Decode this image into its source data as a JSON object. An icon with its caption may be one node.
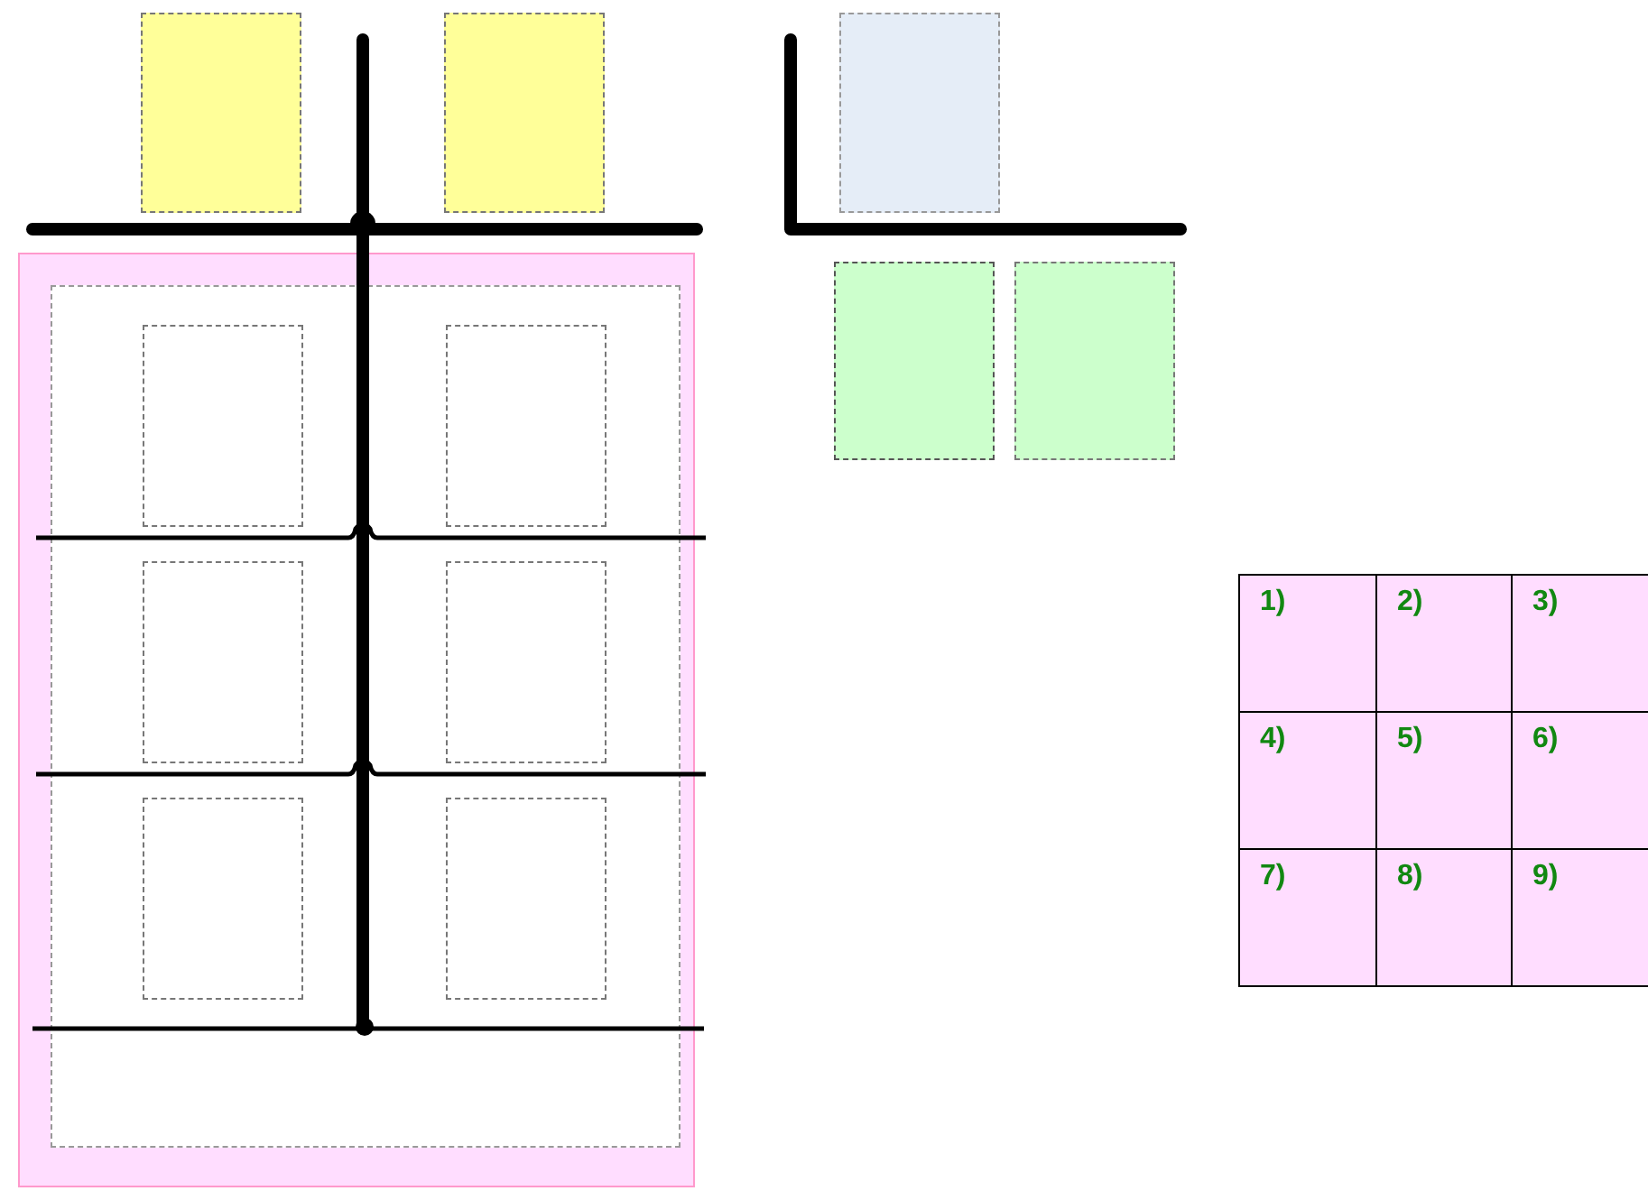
{
  "diagram": {
    "nodes": [
      {
        "text": [],
        "shape": "box"
      },
      {
        "text": [],
        "shape": "box"
      },
      {
        "text": [],
        "shape": "box"
      },
      {
        "text": [],
        "shape": "box"
      },
      {
        "text": [],
        "shape": "box"
      },
      {
        "text": [],
        "shape": "box"
      },
      {
        "text": [],
        "shape": "box",
        "in": 5
      },
      {
        "text": [],
        "shape": "box",
        "in": 6
      },
      {
        "text": [],
        "shape": "box",
        "in": 6
      },
      {
        "text": [],
        "shape": "box",
        "in": 6
      },
      {
        "text": [],
        "shape": "box",
        "in": 6
      },
      {
        "text": [],
        "shape": "box",
        "in": 6
      },
      {
        "text": [],
        "shape": "box",
        "in": 6
      },
      {
        "text": [
          "1)"
        ]
      },
      {
        "text": [
          "2)"
        ]
      },
      {
        "text": [
          "3)"
        ]
      },
      {
        "text": [
          "4)"
        ]
      },
      {
        "text": [
          "5)"
        ]
      },
      {
        "text": [
          "6)"
        ]
      },
      {
        "text": [
          "7)"
        ]
      },
      {
        "text": [
          "8)"
        ]
      },
      {
        "text": [
          "9)"
        ]
      }
    ]
  }
}
